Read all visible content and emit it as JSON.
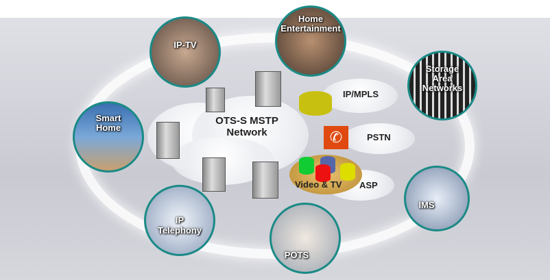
{
  "core": {
    "title_line1": "OTS-S MSTP",
    "title_line2": "Network"
  },
  "services": [
    {
      "label": "IP/MPLS"
    },
    {
      "label": "PSTN"
    },
    {
      "label": "Video & TV"
    },
    {
      "label": "ASP"
    }
  ],
  "nodes": {
    "home_entertainment": "Home Entertainment",
    "iptv": "IP-TV",
    "storage": "Storage Area Networks",
    "smart_home": "Smart Home",
    "ims": "IMS",
    "ip_telephony": "IP Telephony",
    "pots": "POTS"
  },
  "colors": {
    "ring_border": "#1a8a86",
    "pstn": "#e04a10",
    "router": "#c8c010"
  }
}
